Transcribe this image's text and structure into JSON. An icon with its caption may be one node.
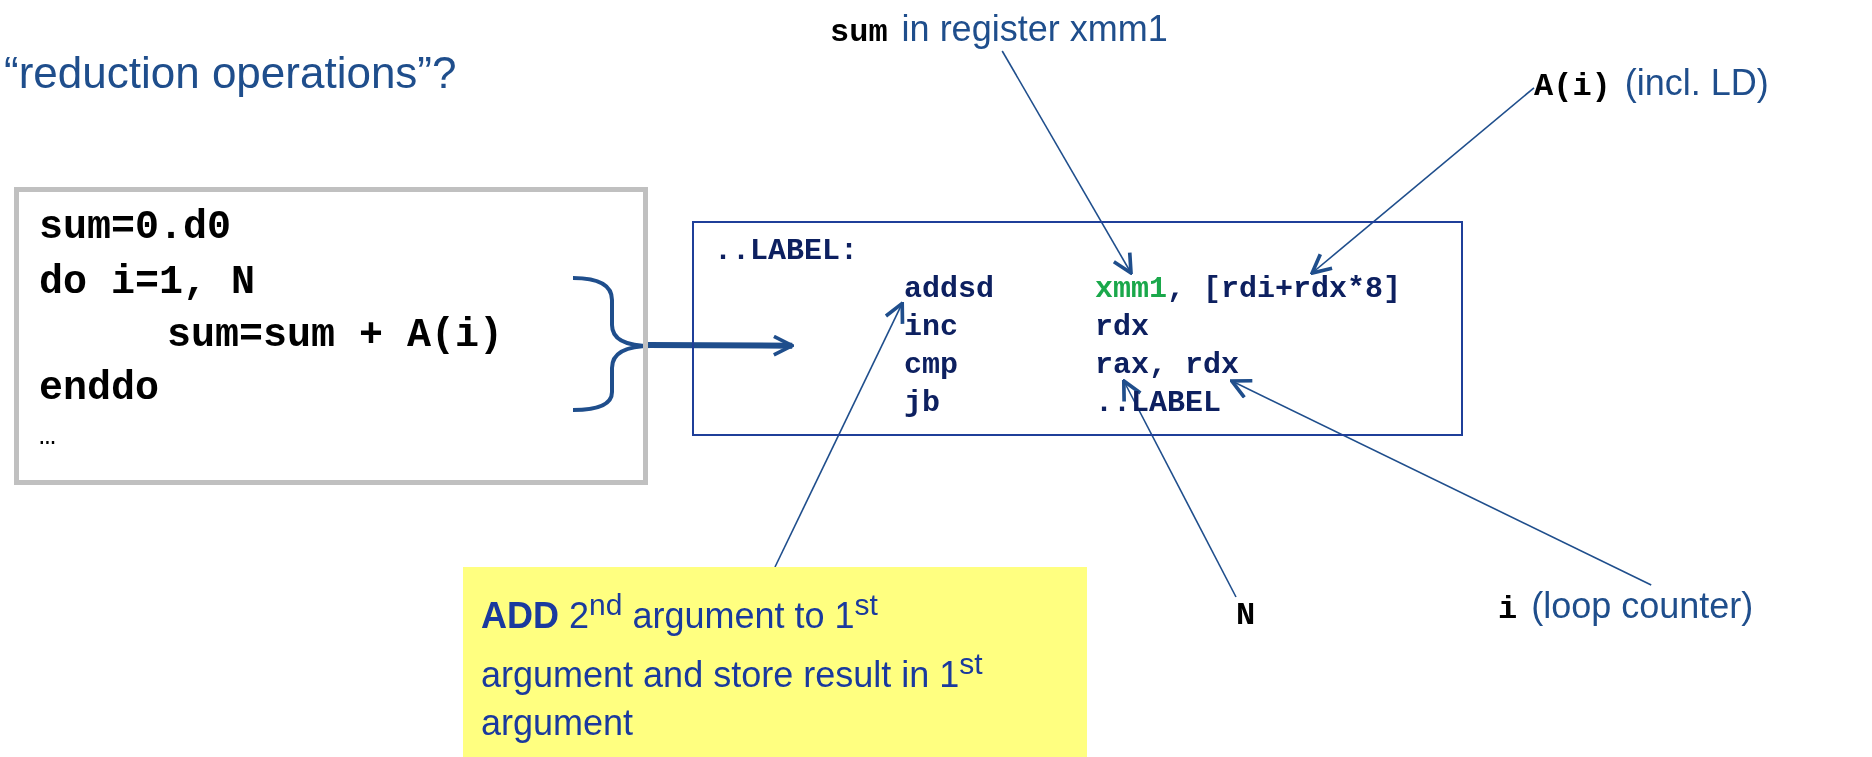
{
  "diagram": {
    "title": "“reduction operations”?",
    "nodes": [
      {
        "text": [
          "sum=0.d0",
          "do i=1, N",
          "sum=sum + A(i)",
          "enddo",
          "…"
        ]
      },
      {
        "text": [
          "..LABEL:"
        ]
      },
      {
        "text": [
          "addsd"
        ],
        "in": 1
      },
      {
        "text": [
          "xmm1"
        ],
        "in": 1
      },
      {
        "text": [
          ", [rdi+rdx*8]"
        ],
        "in": 1
      },
      {
        "text": [
          "inc"
        ],
        "in": 1
      },
      {
        "text": [
          "rdx"
        ],
        "in": 1
      },
      {
        "text": [
          "cmp"
        ],
        "in": 1
      },
      {
        "text": [
          "rax, rdx"
        ],
        "in": 1
      },
      {
        "text": [
          "jb"
        ],
        "in": 1
      },
      {
        "text": [
          "..LABEL"
        ],
        "in": 1
      },
      {
        "text": [
          "sum",
          "in register xmm1"
        ]
      },
      {
        "text": [
          "A(i)",
          "(incl. LD)"
        ]
      },
      {
        "text": [
          "**ADD** 2$^{nd}$ argument to 1$^{st}$ argument and store result in 1$^{st}$ argument"
        ]
      },
      {
        "text": [
          "N"
        ]
      },
      {
        "text": [
          "i",
          "(loop counter)"
        ]
      }
    ],
    "edges": [
      {
        "from": 0,
        "to": 1,
        "arrow": "to",
        "style": "thick"
      },
      {
        "from": 11,
        "to": 3,
        "arrow": "to"
      },
      {
        "from": 12,
        "to": 4,
        "arrow": "to"
      },
      {
        "from": 13,
        "to": 2,
        "arrow": "to"
      },
      {
        "from": 14,
        "to": 8,
        "arrow": "to"
      },
      {
        "from": 15,
        "to": 8,
        "arrow": "to"
      }
    ]
  }
}
